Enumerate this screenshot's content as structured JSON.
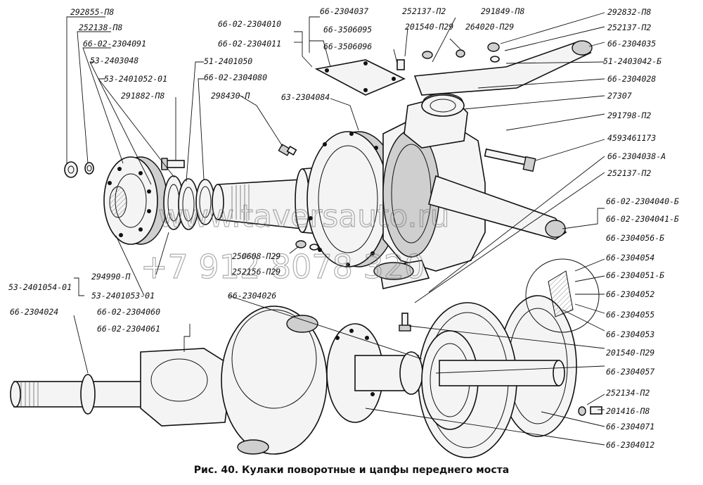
{
  "caption": {
    "prefix": "Рис.",
    "number": "40.",
    "title": "Кулаки поворотные и цапфы переднего моста"
  },
  "watermark": {
    "site": "www.taversauto.ru",
    "phone": "+7 912 8078 320"
  },
  "labels": {
    "l01": "292855-П8",
    "l02": "252138-П8",
    "l03": "66-02-2304091",
    "l04": "53-2403048",
    "l05": "53-2401052-01",
    "l06": "291882-П8",
    "l07": "51-2401050",
    "l08": "66-02-2304080",
    "l09": "298430-П",
    "l10": "66-02-2304010",
    "l11": "66-02-2304011",
    "l12": "66-2304037",
    "l13": "66-3506095",
    "l14": "66-3506096",
    "l15": "252137-П2",
    "l16": "201540-П29",
    "l17": "291849-П8",
    "l18": "264020-П29",
    "l19": "292832-П8",
    "l20": "252137-П2",
    "l21": "66-2304035",
    "l22": "51-2403042-Б",
    "l23": "66-2304028",
    "l24": "27307",
    "l25": "291798-П2",
    "l26": "4593461173",
    "l27": "66-2304038-А",
    "l28": "252137-П2",
    "l29": "63-2304084",
    "l30": "66-02-2304040-Б",
    "l31": "66-02-2304041-Б",
    "l32": "66-2304056-Б",
    "l33": "66-2304054",
    "l34": "66-2304051-Б",
    "l35": "66-2304052",
    "l36": "66-2304055",
    "l37": "66-2304053",
    "l38": "201540-П29",
    "l39": "66-2304057",
    "l40": "252134-П2",
    "l41": "201416-П8",
    "l42": "66-2304071",
    "l43": "66-2304012",
    "l44": "294990-П",
    "l45": "53-2401054-01",
    "l46": "53-2401053-01",
    "l47": "250608-П29",
    "l48": "252156-П29",
    "l49": "66-2304026",
    "l50": "66-2304024",
    "l51": "66-02-2304060",
    "l52": "66-02-2304061"
  }
}
